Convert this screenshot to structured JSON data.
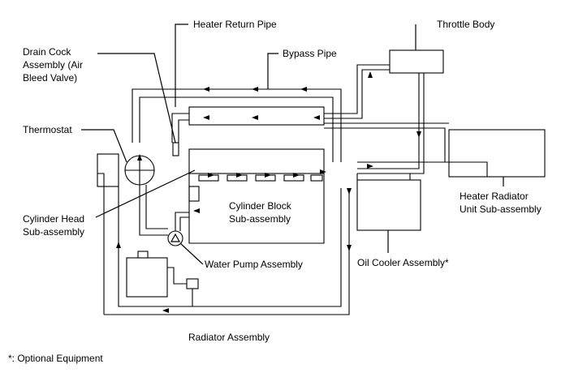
{
  "labels": {
    "heater_return_pipe": "Heater Return Pipe",
    "throttle_body": "Throttle Body",
    "drain_cock_line1": "Drain Cock",
    "drain_cock_line2": "Assembly (Air",
    "drain_cock_line3": "Bleed Valve)",
    "bypass_pipe": "Bypass Pipe",
    "thermostat": "Thermostat",
    "heater_radiator_line1": "Heater Radiator",
    "heater_radiator_line2": "Unit Sub-assembly",
    "cylinder_block_line1": "Cylinder Block",
    "cylinder_block_line2": "Sub-assembly",
    "cylinder_head_line1": "Cylinder Head",
    "cylinder_head_line2": "Sub-assembly",
    "water_pump": "Water Pump Assembly",
    "oil_cooler": "Oil Cooler Assembly*",
    "radiator": "Radiator Assembly",
    "footnote": "*: Optional Equipment"
  },
  "colors": {
    "line": "#000000",
    "background": "#ffffff"
  }
}
